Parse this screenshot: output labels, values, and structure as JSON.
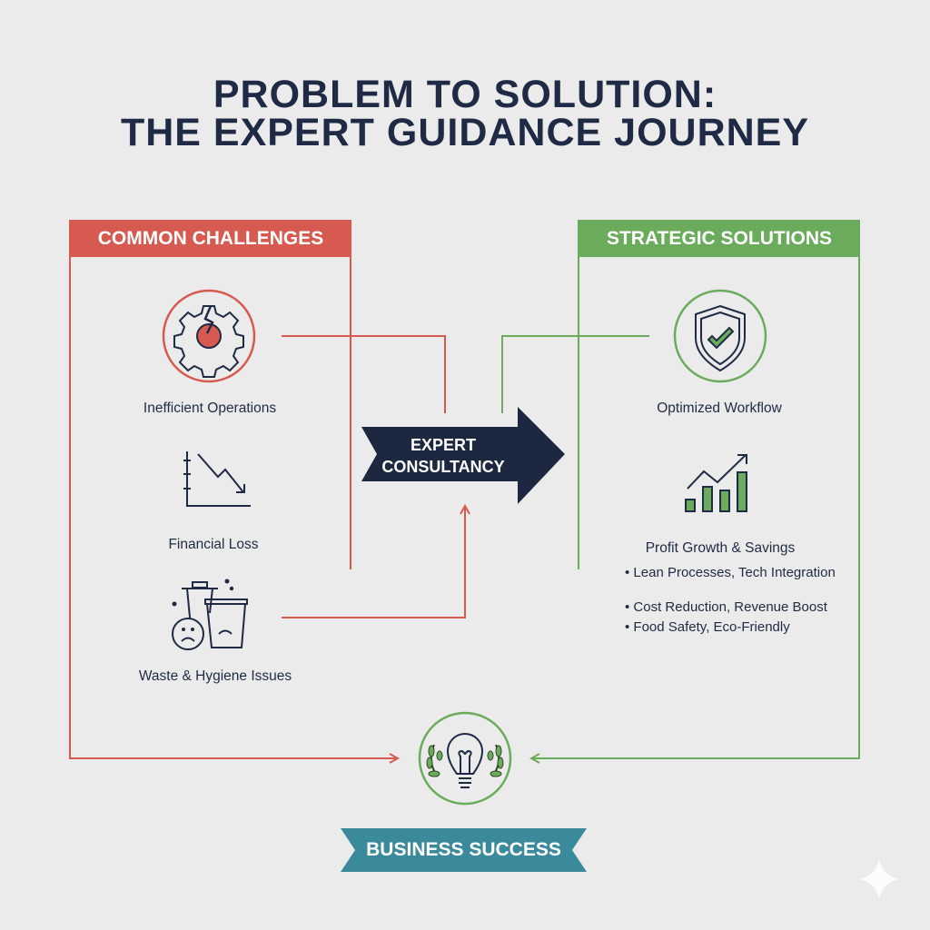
{
  "title": {
    "line1": "PROBLEM TO SOLUTION:",
    "line2": "THE EXPERT GUIDANCE JOURNEY"
  },
  "challenges": {
    "header": "COMMON CHALLENGES",
    "color": "#d65a50",
    "items": [
      {
        "label": "Inefficient Operations",
        "icon": "broken-gear-icon"
      },
      {
        "label": "Financial Loss",
        "icon": "declining-chart-icon"
      },
      {
        "label": "Waste & Hygiene Issues",
        "icon": "sad-trash-bins-icon"
      }
    ]
  },
  "center": {
    "line1": "EXPERT",
    "line2": "CONSULTANCY",
    "color": "#1c2740"
  },
  "solutions": {
    "header": "STRATEGIC SOLUTIONS",
    "color": "#6aac5c",
    "items": [
      {
        "label": "Optimized Workflow",
        "icon": "shield-check-icon"
      },
      {
        "label": "Profit Growth & Savings",
        "icon": "growth-chart-icon"
      }
    ],
    "bullets": [
      "Lean Processes, Tech Integration",
      "Cost Reduction, Revenue Boost",
      "Food Safety, Eco-Friendly"
    ]
  },
  "outcome": {
    "label": "BUSINESS SUCCESS",
    "icon": "lightbulb-laurel-icon",
    "color": "#3b8a9c"
  }
}
